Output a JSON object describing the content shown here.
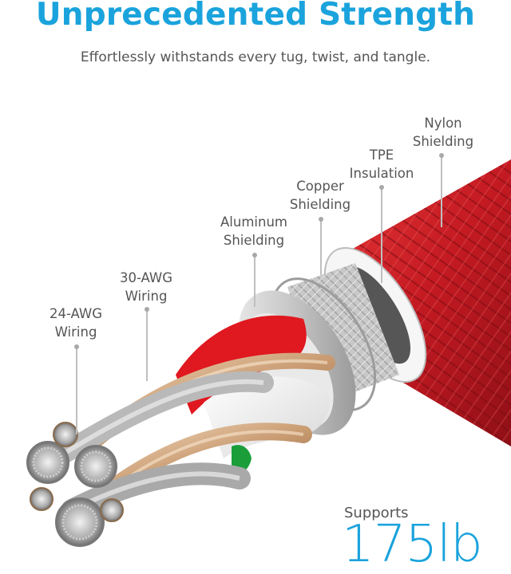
{
  "header": {
    "title": "Unprecedented Strength",
    "subtitle": "Effortlessly withstands every tug, twist, and tangle."
  },
  "layers": [
    {
      "id": "nylon",
      "line1": "Nylon",
      "line2": "Shielding"
    },
    {
      "id": "tpe",
      "line1": "TPE",
      "line2": "Insulation"
    },
    {
      "id": "copper",
      "line1": "Copper",
      "line2": "Shielding"
    },
    {
      "id": "aluminum",
      "line1": "Aluminum",
      "line2": "Shielding"
    },
    {
      "id": "awg30",
      "line1": "30-AWG",
      "line2": "Wiring"
    },
    {
      "id": "awg24",
      "line1": "24-AWG",
      "line2": "Wiring"
    }
  ],
  "stat": {
    "label": "Supports",
    "value": "175lb"
  },
  "colors": {
    "accent": "#1aa3dc",
    "text": "#555555",
    "nylon_red": "#c81e28"
  }
}
